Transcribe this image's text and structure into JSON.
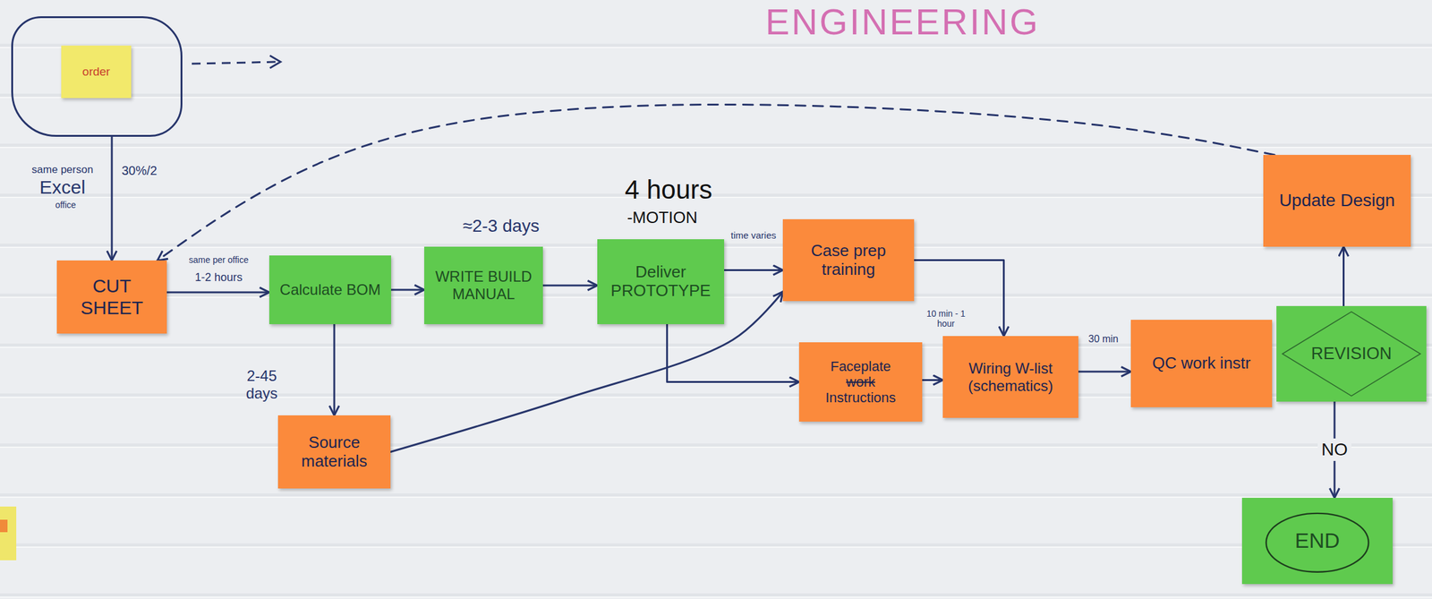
{
  "diagram": {
    "title": "ENGINEERING",
    "nodes": [
      {
        "text": []
      },
      {
        "text": [
          "order"
        ],
        "in": 0
      },
      {
        "text": [
          "CUT SHEET"
        ]
      },
      {
        "text": [
          "Calculate BOM"
        ]
      },
      {
        "text": [
          "WRITE BUILD MANUAL"
        ]
      },
      {
        "text": [
          "Deliver PROTOTYPE"
        ]
      },
      {
        "text": [
          "Case prep training"
        ]
      },
      {
        "text": [
          "Source materials"
        ]
      },
      {
        "text": [
          "Faceplate",
          "work",
          "Instructions"
        ]
      },
      {
        "text": [
          "Wiring W-list (schematics)"
        ]
      },
      {
        "text": [
          "QC work instr"
        ]
      },
      {
        "text": [
          "REVISION"
        ]
      },
      {
        "text": [
          "Update Design"
        ]
      },
      {
        "text": [
          "END"
        ]
      }
    ],
    "edges": [
      {
        "from": 0,
        "to": 2,
        "arrow": "to"
      },
      {
        "from": 2,
        "to": 3,
        "arrow": "to"
      },
      {
        "from": 3,
        "to": 4,
        "arrow": "to"
      },
      {
        "from": 3,
        "to": 7,
        "arrow": "to"
      },
      {
        "from": 4,
        "to": 5,
        "arrow": "to"
      },
      {
        "from": 5,
        "to": 6,
        "arrow": "to"
      },
      {
        "from": 5,
        "to": 8,
        "arrow": "to"
      },
      {
        "from": 7,
        "to": 6,
        "arrow": "to"
      },
      {
        "from": 6,
        "to": 9,
        "arrow": "to"
      },
      {
        "from": 8,
        "to": 9,
        "arrow": "to"
      },
      {
        "from": 9,
        "to": 10,
        "arrow": "to"
      },
      {
        "from": 11,
        "to": 12,
        "arrow": "to"
      },
      {
        "from": 11,
        "to": 13,
        "label": "NO",
        "arrow": "to"
      },
      {
        "from": 12,
        "to": 2,
        "arrow": "to"
      }
    ],
    "labels": [
      "same person",
      "Excel",
      "office",
      "30%/2",
      "same per office",
      "1-2 hours",
      "≈2-3 days",
      "4 hours",
      "-MOTION",
      "2-45 days",
      "time varies",
      "10 min - 1 hour",
      "30 min"
    ]
  }
}
